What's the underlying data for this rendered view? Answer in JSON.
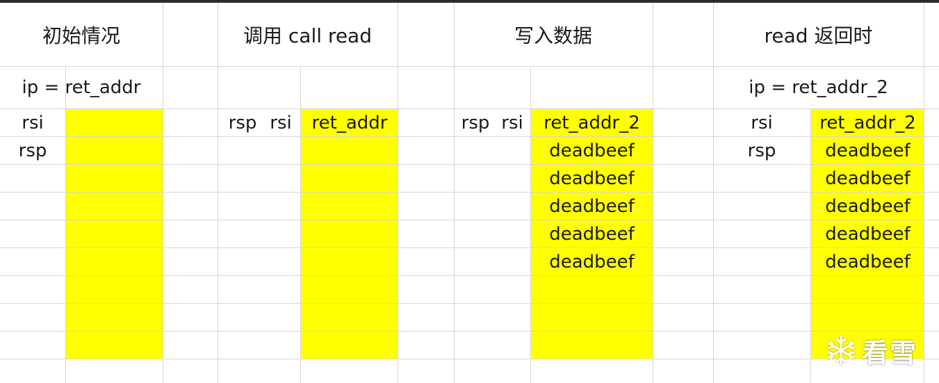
{
  "headers": {
    "initial": "初始情况",
    "call": "调用  call read",
    "write": "写入数据",
    "return": "read 返回时"
  },
  "ip_values": {
    "initial": "ip = ret_addr",
    "return": "ip = ret_addr_2"
  },
  "initial_state": {
    "rsi_label": "rsi",
    "rsp_label": "rsp"
  },
  "call_state": {
    "rsp_label": "rsp",
    "rsi_label": "rsi",
    "stack": [
      "ret_addr"
    ]
  },
  "write_state": {
    "rsp_label": "rsp",
    "rsi_label": "rsi",
    "stack": [
      "ret_addr_2",
      "deadbeef",
      "deadbeef",
      "deadbeef",
      "deadbeef",
      "deadbeef"
    ]
  },
  "return_state": {
    "rsi_label": "rsi",
    "rsp_label": "rsp",
    "stack": [
      "ret_addr_2",
      "deadbeef",
      "deadbeef",
      "deadbeef",
      "deadbeef",
      "deadbeef"
    ]
  },
  "watermark": "看雪",
  "colors": {
    "highlight": "#ffff00",
    "grid": "#d6d6d6",
    "text": "#1a1a1a"
  }
}
